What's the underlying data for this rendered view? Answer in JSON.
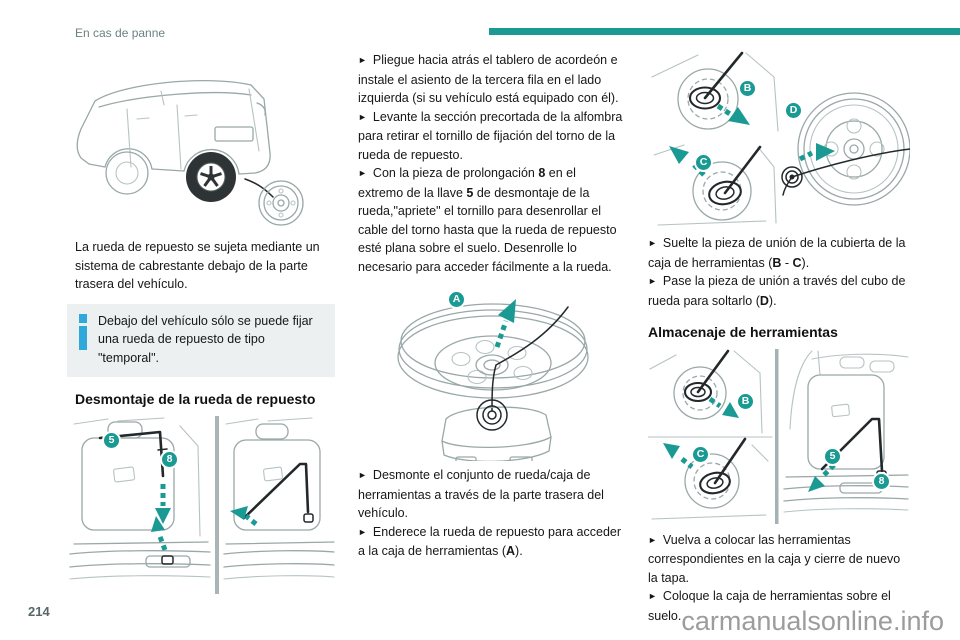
{
  "page": {
    "running_header": "En cas de panne",
    "page_number": "214",
    "watermark": "carmanualsonline.info"
  },
  "colors": {
    "accent_teal": "#1a9a93",
    "info_blue": "#2fa8da",
    "line_art_gray": "#9aa8a8",
    "text": "#161616",
    "header_gray": "#6d8080",
    "watermark_gray": "#9c9c9c",
    "info_box_bg": "#edf0f0"
  },
  "icons": {
    "bullet_arrow": "►",
    "info": "i"
  },
  "left_column": {
    "intro": "La rueda de repuesto se sujeta mediante un sistema de cabrestante debajo de la parte trasera del vehículo.",
    "info_note": "Debajo del vehículo sólo se puede fijar una rueda de repuesto de tipo \"temporal\".",
    "heading": "Desmontaje de la rueda de repuesto"
  },
  "middle_column": {
    "bullets_top": [
      {
        "segments": [
          {
            "t": "Pliegue hacia atrás el tablero de acordeón e instale el asiento de la tercera fila en el lado izquierda (si su vehículo está equipado con él)."
          }
        ]
      },
      {
        "segments": [
          {
            "t": "Levante la sección precortada de la alfombra para retirar el tornillo de fijación del torno de la rueda de repuesto."
          }
        ]
      },
      {
        "segments": [
          {
            "t": "Con la pieza de prolongación "
          },
          {
            "t": "8",
            "b": true
          },
          {
            "t": " en el extremo de la llave "
          },
          {
            "t": "5",
            "b": true
          },
          {
            "t": " de desmontaje de la rueda,\"apriete\" el tornillo para desenrollar el cable del torno hasta que la rueda de repuesto esté plana sobre el suelo. Desenrolle lo necesario para acceder fácilmente a la rueda."
          }
        ]
      }
    ],
    "bullets_bottom": [
      {
        "segments": [
          {
            "t": "Desmonte el conjunto de rueda/caja de herramientas a través de la parte trasera del vehículo."
          }
        ]
      },
      {
        "segments": [
          {
            "t": "Enderece la rueda de repuesto para acceder a la caja de herramientas ("
          },
          {
            "t": "A",
            "b": true
          },
          {
            "t": ")."
          }
        ]
      }
    ]
  },
  "right_column": {
    "bullets_top": [
      {
        "segments": [
          {
            "t": "Suelte la pieza de unión de la cubierta de la caja de herramientas ("
          },
          {
            "t": "B",
            "b": true
          },
          {
            "t": " - "
          },
          {
            "t": "C",
            "b": true
          },
          {
            "t": ")."
          }
        ]
      },
      {
        "segments": [
          {
            "t": "Pase la pieza de unión a través del cubo de rueda para soltarlo ("
          },
          {
            "t": "D",
            "b": true
          },
          {
            "t": ")."
          }
        ]
      }
    ],
    "heading": "Almacenaje de herramientas",
    "bullets_bottom": [
      {
        "segments": [
          {
            "t": "Vuelva a colocar las herramientas correspondientes en la caja y cierre de nuevo la tapa."
          }
        ]
      },
      {
        "segments": [
          {
            "t": "Coloque la caja de herramientas sobre el suelo."
          }
        ]
      }
    ]
  },
  "figure_badges": {
    "trunk_removal": [
      "5",
      "8"
    ],
    "wheel_toolbox": [
      "A"
    ],
    "cover_release": [
      "B",
      "C",
      "D"
    ],
    "tool_storage": [
      "B",
      "C",
      "5",
      "8"
    ]
  }
}
